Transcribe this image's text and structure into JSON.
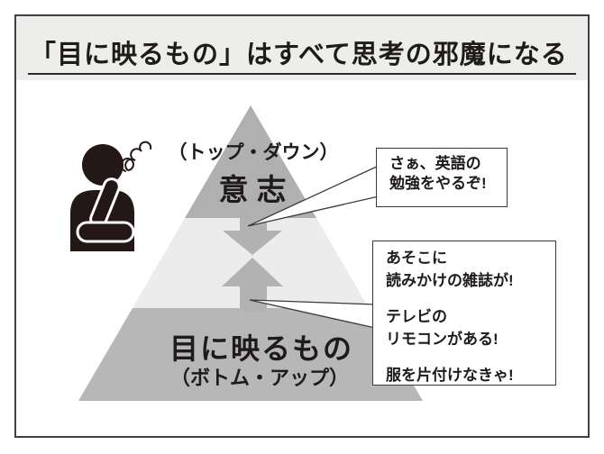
{
  "title": "「目に映るもの」はすべて思考の邪魔になる",
  "pyramid": {
    "top_sub_label": "（トップ・ダウン）",
    "top_label": "意志",
    "bottom_label": "目に映るもの",
    "bottom_sub_label": "（ボトム・アップ）"
  },
  "speech_bubbles": {
    "top_down": {
      "text": "さぁ、英語の\n勉強をやるぞ!"
    },
    "bottom_up": {
      "items": [
        "あそこに\n読みかけの雑誌が!",
        "テレビの\nリモコンがある!",
        "服を片付けなきゃ!"
      ]
    }
  },
  "icons": {
    "person": "person-thinking-icon",
    "scribble": "frustration-scribble-icon",
    "down_arrow": "top-down-arrow",
    "up_arrow": "bottom-up-arrow"
  },
  "colors": {
    "pyramid_top": "#b0b0b0",
    "pyramid_middle": "#ececec",
    "pyramid_bottom": "#b7b7b7",
    "arrow_gray": "#b2b2b2",
    "title_bar_bg": "#edeeec",
    "frame_border": "#404040",
    "bubble_border": "#3a3a3a",
    "ink": "#1e1b1a",
    "pictogram": "#231815"
  }
}
